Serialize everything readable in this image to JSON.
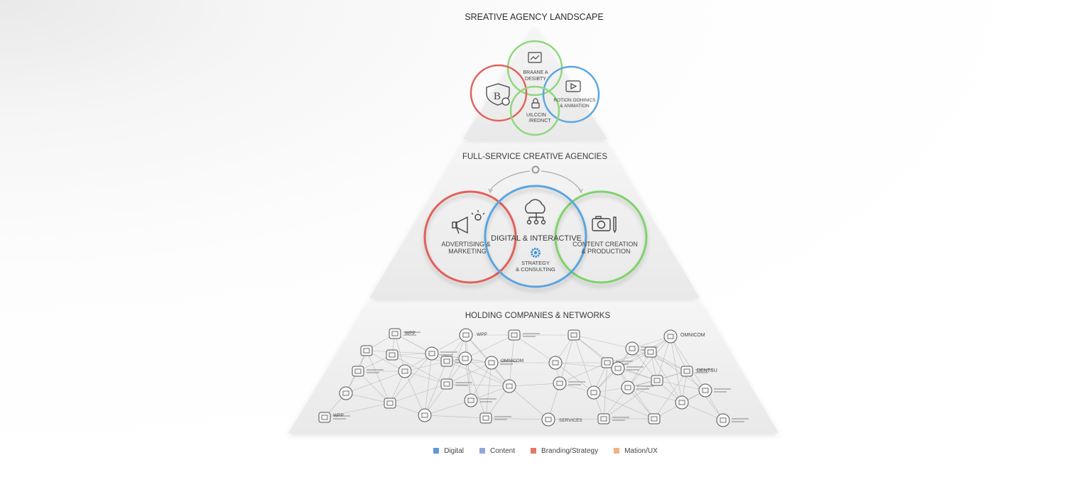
{
  "tiers": {
    "top": {
      "title": "SREATIVE AGENCY LANDSCAPE",
      "circles": [
        {
          "label_1": "BRAANE A",
          "label_2": "DESIBTY"
        },
        {
          "label_1": "ROTION OOHINICS",
          "label_2": "& ANIMATION"
        },
        {
          "label_1": "UILCCIN",
          "label_2": "/REDNCT"
        }
      ]
    },
    "middle": {
      "title": "FULL-SERVICE CREATIVE AGENCIES",
      "circles": [
        {
          "label_1": "ADVERTISING &",
          "label_2": "MARKETING"
        },
        {
          "label_1": "DIGITAL & INTERACTIVE"
        },
        {
          "label_1": "CONTENT CREATION",
          "label_2": "& PRODUCTION"
        }
      ],
      "center_label_1": "STRATEGY",
      "center_label_2": "& CONSULTING"
    },
    "bottom": {
      "title": "HOLDING COMPANIES & NETWORKS",
      "nodes": [
        {
          "label": "WPP"
        },
        {
          "label": "WPP"
        },
        {
          "label": "OMNICOM"
        },
        {
          "label": "DENTSU"
        },
        {
          "label": "WPP"
        },
        {
          "label": "SERVICES"
        },
        {
          "label": "OMNICOM"
        }
      ]
    }
  },
  "legend": [
    {
      "label": "Digital",
      "color": "#5b9bd5"
    },
    {
      "label": "Content",
      "color": "#8faadc"
    },
    {
      "label": "Branding/Strategy",
      "color": "#e8756a"
    },
    {
      "label": "Mation/UX",
      "color": "#f4b183"
    }
  ],
  "colors": {
    "red": "#e2615a",
    "green": "#7ed36b",
    "blue": "#5aa5e0"
  }
}
